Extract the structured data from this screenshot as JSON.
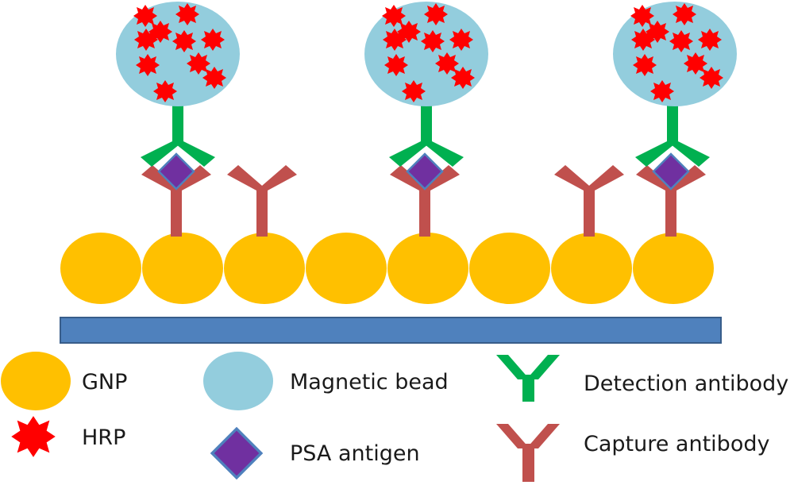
{
  "colors": {
    "gnp": "#FFC000",
    "magnetic_bead": "#93CDDD",
    "hrp": "#FF0000",
    "detection_antibody": "#00B050",
    "capture_antibody": "#C0504D",
    "psa_antigen": "#7030A0",
    "psa_antigen_outline": "#4F81BD",
    "substrate": "#4F81BD",
    "substrate_outline": "#385D8A"
  },
  "legend": {
    "gnp": "GNP",
    "hrp": "HRP",
    "magnetic_bead": "Magnetic bead",
    "psa_antigen": "PSA antigen",
    "detection_antibody": "Detection antibody",
    "capture_antibody": "Capture antibody"
  }
}
